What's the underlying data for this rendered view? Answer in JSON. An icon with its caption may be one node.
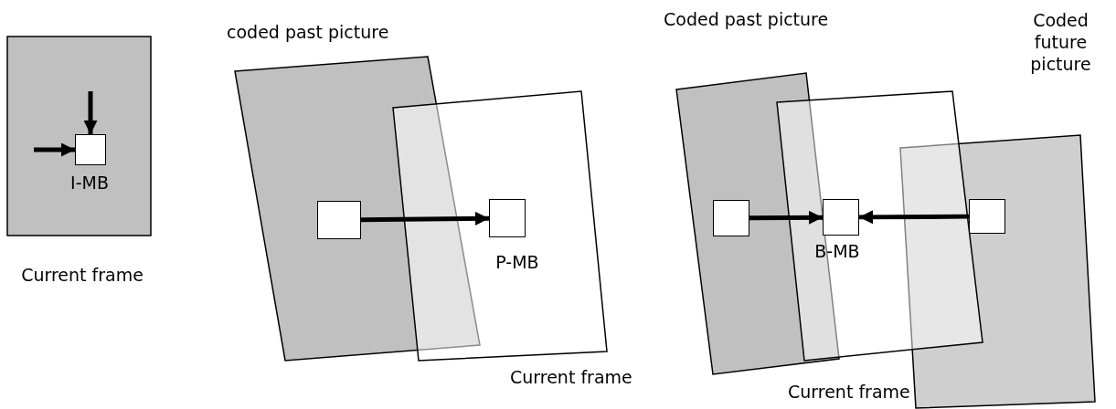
{
  "diagram": {
    "nodes": [
      {
        "text": [
          "Current frame"
        ]
      },
      {
        "text": [
          "I-MB"
        ],
        "in": 0
      },
      {
        "text": [
          "coded past picture"
        ]
      },
      {
        "text": [],
        "shape": "box",
        "in": 2
      },
      {
        "text": [
          "Current frame"
        ]
      },
      {
        "text": [
          "P-MB"
        ],
        "in": 4
      },
      {
        "text": [
          "Coded past picture"
        ]
      },
      {
        "text": [],
        "shape": "box",
        "in": 6
      },
      {
        "text": [
          "Coded future picture"
        ]
      },
      {
        "text": [],
        "shape": "box",
        "in": 8
      },
      {
        "text": [
          "Current frame"
        ]
      },
      {
        "text": [
          "B-MB"
        ],
        "in": 10
      }
    ],
    "edges": [
      {
        "from": null,
        "to": 1,
        "arrow": "to"
      },
      {
        "from": null,
        "to": 1,
        "arrow": "to"
      },
      {
        "from": 3,
        "to": 5,
        "arrow": "to"
      },
      {
        "from": 7,
        "to": 11,
        "arrow": "to"
      },
      {
        "from": 9,
        "to": 11,
        "arrow": "to"
      }
    ]
  }
}
